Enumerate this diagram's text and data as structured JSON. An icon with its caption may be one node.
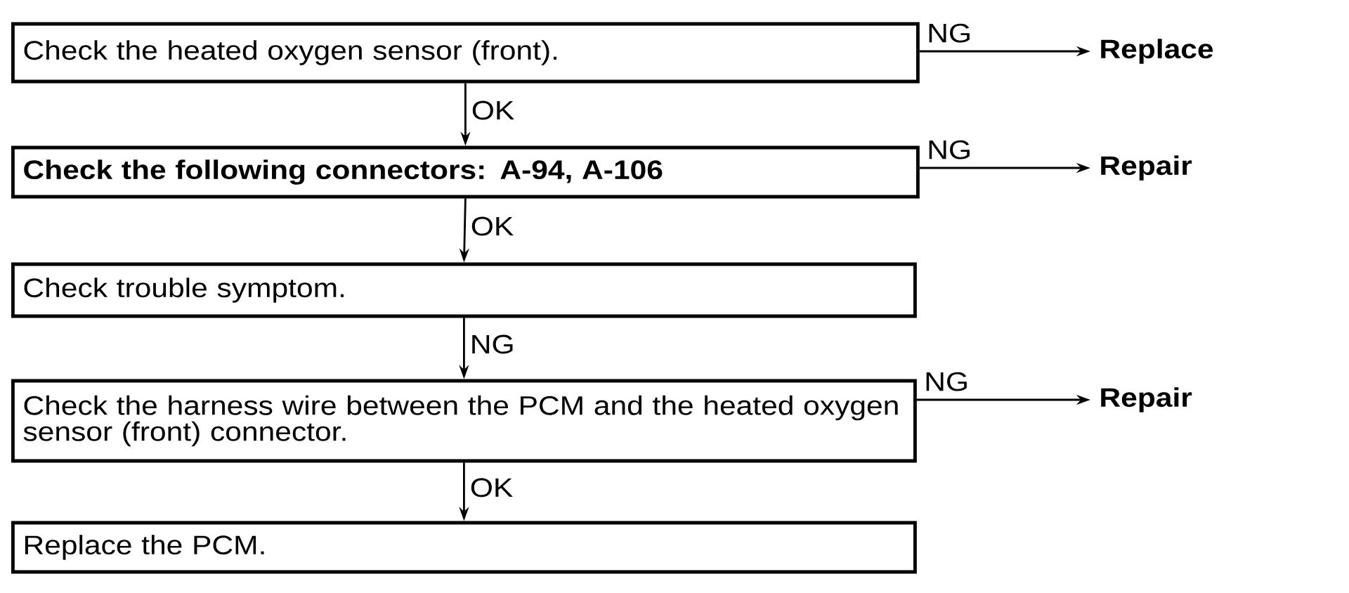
{
  "diagram": {
    "nodes": [
      {
        "text": [
          "Check the heated oxygen sensor (front)."
        ]
      },
      {
        "text": [
          "Replace"
        ]
      },
      {
        "text": [
          "Check the following connectors: A-94, A-106"
        ]
      },
      {
        "text": [
          "Repair"
        ]
      },
      {
        "text": [
          "Check trouble symptom."
        ]
      },
      {
        "text": [
          "Check the harness wire between the PCM and the heated oxygen sensor (front) connector."
        ]
      },
      {
        "text": [
          "Repair"
        ]
      },
      {
        "text": [
          "Replace the PCM."
        ]
      }
    ],
    "edges": [
      {
        "from": 0,
        "to": 1,
        "arrow": "to",
        "label": "NG"
      },
      {
        "from": 0,
        "to": 2,
        "arrow": "to",
        "label": "OK"
      },
      {
        "from": 2,
        "to": 3,
        "arrow": "to",
        "label": "NG"
      },
      {
        "from": 2,
        "to": 4,
        "arrow": "to",
        "label": "OK"
      },
      {
        "from": 4,
        "to": 5,
        "arrow": "to",
        "label": "NG"
      },
      {
        "from": 5,
        "to": 6,
        "arrow": "to",
        "label": "NG"
      },
      {
        "from": 5,
        "to": 7,
        "arrow": "to",
        "label": "OK"
      }
    ]
  }
}
